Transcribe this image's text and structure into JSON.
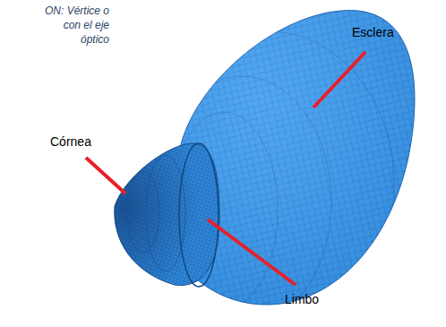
{
  "diagram": {
    "labels": [
      "ON: Vértice o con el eje óptico",
      "Esclera",
      "Córnea",
      "Limbo"
    ]
  }
}
